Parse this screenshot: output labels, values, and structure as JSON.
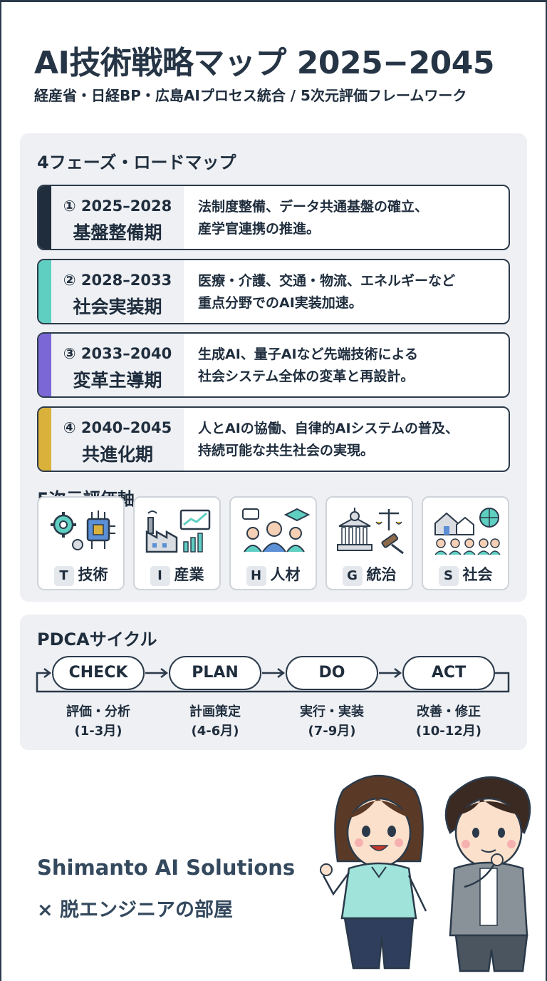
{
  "header": {
    "title": "AI技術戦略マップ 2025−2045",
    "subtitle": "経産省・日経BP・広島AIプロセス統合 / 5次元評価フレームワーク"
  },
  "roadmap": {
    "title": "4フェーズ・ロードマップ",
    "phases": [
      {
        "period": "① 2025–2028",
        "name": "基盤整備期",
        "desc1": "法制度整備、データ共通基盤の確立、",
        "desc2": "産学官連携の推進。",
        "color": "#1f2d3d"
      },
      {
        "period": "② 2028–2033",
        "name": "社会実装期",
        "desc1": "医療・介護、交通・物流、エネルギーなど",
        "desc2": "重点分野でのAI実装加速。",
        "color": "#5fcfc2"
      },
      {
        "period": "③ 2033–2040",
        "name": "変革主導期",
        "desc1": "生成AI、量子AIなど先端技術による",
        "desc2": "社会システム全体の変革と再設計。",
        "color": "#7b68d6"
      },
      {
        "period": "④ 2040–2045",
        "name": "共進化期",
        "desc1": "人とAIの協働、自律的AIシステムの普及、",
        "desc2": "持続可能な共生社会の実現。",
        "color": "#d9b13b"
      }
    ]
  },
  "axes": {
    "title": "5次元評価軸",
    "items": [
      {
        "code": "T",
        "label": "技術",
        "icon": "gear-chip-icon"
      },
      {
        "code": "I",
        "label": "産業",
        "icon": "factory-chart-icon"
      },
      {
        "code": "H",
        "label": "人材",
        "icon": "people-graduation-icon"
      },
      {
        "code": "G",
        "label": "統治",
        "icon": "government-scales-icon"
      },
      {
        "code": "S",
        "label": "社会",
        "icon": "community-globe-icon"
      }
    ]
  },
  "pdca": {
    "title": "PDCAサイクル",
    "steps": [
      {
        "label": "CHECK",
        "sub1": "評価・分析",
        "sub2": "(1-3月)"
      },
      {
        "label": "PLAN",
        "sub1": "計画策定",
        "sub2": "(4-6月)"
      },
      {
        "label": "DO",
        "sub1": "実行・実装",
        "sub2": "(7-9月)"
      },
      {
        "label": "ACT",
        "sub1": "改善・修正",
        "sub2": "(10-12月)"
      }
    ]
  },
  "footer": {
    "line1": "Shimanto AI Solutions",
    "line2": "× 脱エンジニアの部屋"
  }
}
